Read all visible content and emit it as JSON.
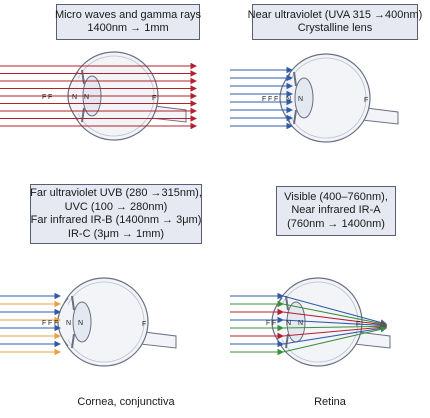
{
  "panels": [
    {
      "id": "microwave",
      "box_lines": [
        "Micro waves and gamma rays",
        "1400nm → 1mm"
      ],
      "ray_color": "#b5202e",
      "lens_labels": [
        "F",
        "F",
        "N",
        "N"
      ],
      "retina_label": "F",
      "caption": ""
    },
    {
      "id": "near-uv",
      "box_lines": [
        "Near ultraviolet (UVA 315 →400nm)",
        "Crystalline lens"
      ],
      "ray_color": "#2f5ba8",
      "lens_labels": [
        "F",
        "F",
        "F",
        "N",
        "N"
      ],
      "retina_label": "F",
      "caption": ""
    },
    {
      "id": "far-uv",
      "box_lines": [
        "Far ultraviolet UVB (280 →315nm),",
        "UVC (100 → 280nm)",
        "Far infrared IR-B (1400nm → 3μm)",
        "IR-C (3μm → 1mm)"
      ],
      "ray_colors": [
        "#2f5ba8",
        "#e8a33a"
      ],
      "lens_labels": [
        "F",
        "F",
        "F",
        "N",
        "N"
      ],
      "retina_label": "F",
      "caption": "Cornea, conjunctiva"
    },
    {
      "id": "visible",
      "box_lines": [
        "Visible (400–760nm),",
        "Near infrared IR-A",
        "(760nm → 1400nm)"
      ],
      "ray_colors": [
        "#2f5ba8",
        "#3a8f3a",
        "#b5202e"
      ],
      "lens_labels": [
        "F",
        "F",
        "N",
        "N"
      ],
      "retina_label": "F",
      "caption": "Retina"
    }
  ],
  "colors": {
    "box_fill": "#e6e9f2",
    "eye_fill": "#f2f4f8",
    "eye_stroke": "#6a7080"
  }
}
